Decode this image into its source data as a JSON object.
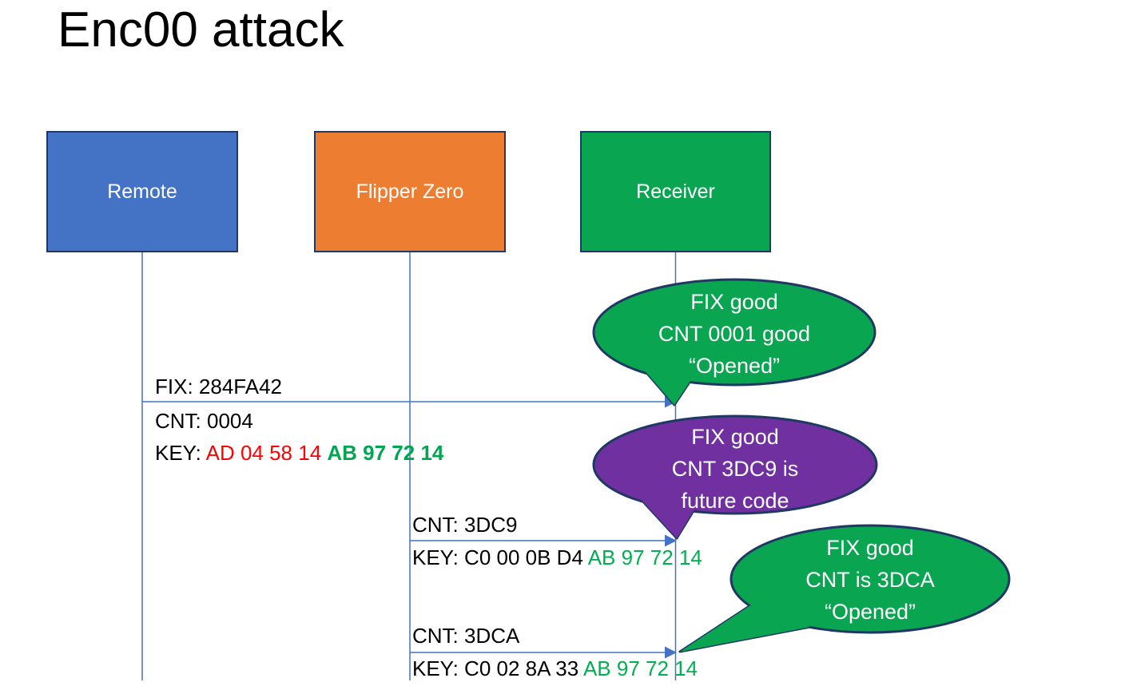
{
  "title": "Enc00 attack",
  "actors": [
    {
      "label": "Remote",
      "color": "#4472C4"
    },
    {
      "label": "Flipper Zero",
      "color": "#ED7D31"
    },
    {
      "label": "Receiver",
      "color": "#0AA551"
    }
  ],
  "messages": [
    {
      "from": "Remote",
      "to": "Receiver",
      "above": "FIX: 284FA42",
      "below": [
        {
          "segments": [
            {
              "text": "CNT: 0004",
              "color": "#000000"
            }
          ]
        },
        {
          "segments": [
            {
              "text": "KEY: ",
              "color": "#000000"
            },
            {
              "text": "AD 04 58 14 ",
              "color": "#FF0000"
            },
            {
              "text": "AB 97 72 14",
              "color": "#00A651",
              "bold": true
            }
          ]
        }
      ]
    },
    {
      "from": "Flipper Zero",
      "to": "Receiver",
      "above": "CNT: 3DC9",
      "below": [
        {
          "segments": [
            {
              "text": "KEY: C0 00 0B D4 ",
              "color": "#000000"
            },
            {
              "text": "AB 97 72 14",
              "color": "#00B050"
            }
          ]
        }
      ]
    },
    {
      "from": "Flipper Zero",
      "to": "Receiver",
      "above": "CNT: 3DCA",
      "below": [
        {
          "segments": [
            {
              "text": "KEY: C0 02 8A 33 ",
              "color": "#000000"
            },
            {
              "text": "AB 97 72 14",
              "color": "#00B050"
            }
          ]
        }
      ]
    }
  ],
  "bubbles": [
    {
      "fill": "#0AA551",
      "lines": [
        "FIX good",
        "CNT 0001 good",
        "“Opened”"
      ]
    },
    {
      "fill": "#7030A0",
      "lines": [
        "FIX good",
        "CNT 3DC9 is",
        "future code"
      ]
    },
    {
      "fill": "#0AA551",
      "lines": [
        "FIX good",
        "CNT is 3DCA",
        "“Opened”"
      ]
    }
  ],
  "colors": {
    "outline": "#1F3864",
    "line_blue": "#4472C4",
    "key_red": "#FF0000",
    "key_green": "#00B050",
    "key_green_bold": "#00A651",
    "text": "#000000",
    "bubble_text": "#FFFFFF"
  }
}
